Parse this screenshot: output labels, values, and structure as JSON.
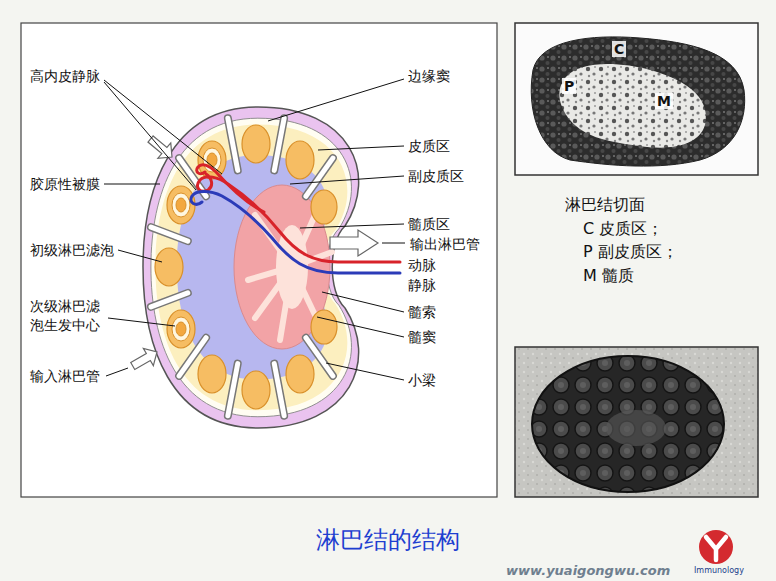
{
  "diagram": {
    "title": "淋巴结的结构",
    "labels": [
      "高内皮静脉",
      "边缘窦",
      "皮质区",
      "副皮质区",
      "胶原性被膜",
      "髓质区",
      "输出淋巴管",
      "初级淋巴滤泡",
      "动脉",
      "静脉",
      "次级淋巴滤 泡生发中心",
      "髓索",
      "髓窦",
      "输入淋巴管",
      "小梁",
      "C",
      "P",
      "M",
      "淋巴结切面",
      "C 皮质区；",
      "P 副皮质区；",
      "M 髓质",
      "Immunology",
      "www.yuaigongwu.com"
    ]
  }
}
